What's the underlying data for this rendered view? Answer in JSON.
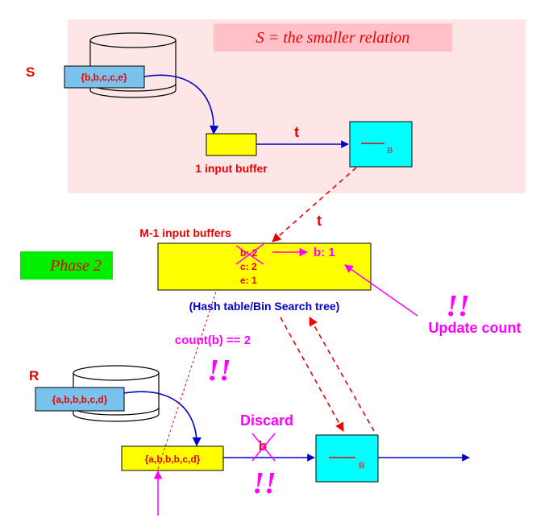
{
  "colors": {
    "red": "#ee0000",
    "blue": "#0000cc",
    "magenta": "#ff00ff",
    "yellow": "#ffff00",
    "cyan": "#00ffff",
    "lightblue": "#79c2ee",
    "pinkbg": "#ffe6e6",
    "titlebg": "#ffc0c8",
    "green": "#00ee00"
  },
  "s_section": {
    "title": "S = the smaller relation",
    "label": "S",
    "set": "{b,b,c,c,e}",
    "input_buffer": "1 input buffer",
    "t_label": "t",
    "output_subscript": "B"
  },
  "hash": {
    "buffers_label": "M-1 input buffers",
    "t_label": "t",
    "entry_b": "b: 2",
    "entry_c": "c: 2",
    "entry_e": "e: 1",
    "updated": "b: 1",
    "caption": "(Hash table/Bin Search tree)",
    "update_count": "Update count",
    "bang": "!!"
  },
  "phase": {
    "label": "Phase 2"
  },
  "r_section": {
    "label": "R",
    "set": "{a,b,b,b,c,d}",
    "buffer_content": "{a,b,b,b,c,d}",
    "count_expr": "count(b) == 2",
    "bang1": "!!",
    "discard": "Discard",
    "discarded": "b",
    "bang2": "!!",
    "output_subscript": "B"
  }
}
